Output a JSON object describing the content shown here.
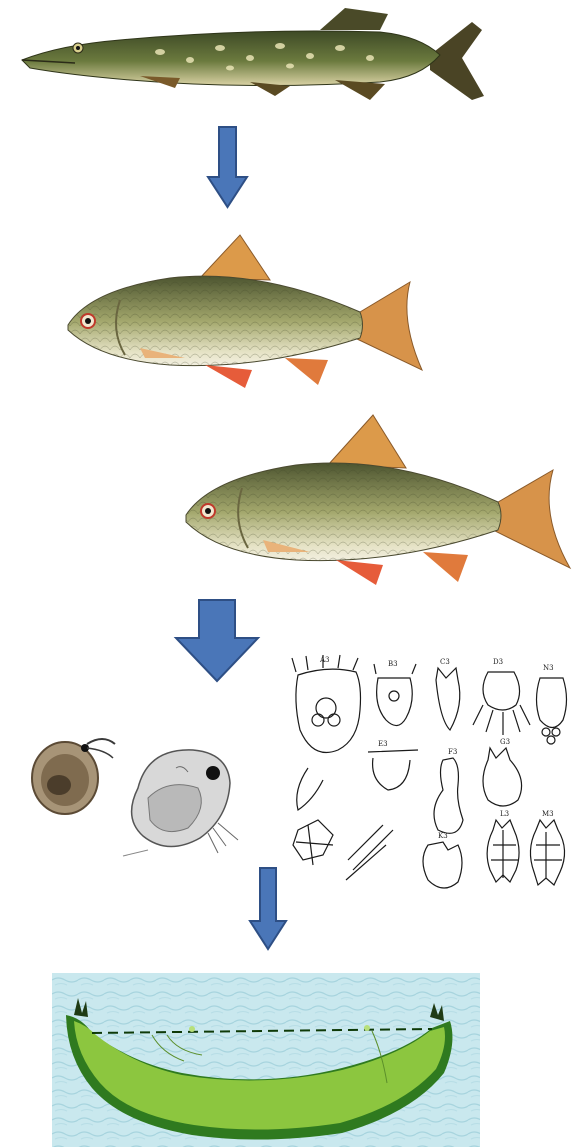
{
  "diagram": {
    "kind": "food-chain",
    "levels": [
      {
        "name": "pike-fish",
        "description": "predator fish"
      },
      {
        "name": "roach-fish",
        "description": "two planktivorous fish"
      },
      {
        "name": "zooplankton",
        "description": "daphnia and rotifers"
      },
      {
        "name": "pond",
        "description": "water body habitat"
      }
    ],
    "rotifer_plate_labels": [
      "A3",
      "B3",
      "C3",
      "D3",
      "N3",
      "E3",
      "F3",
      "G3",
      "K3",
      "L3",
      "M3"
    ],
    "colors": {
      "arrow_fill": "#4a76b8",
      "arrow_stroke": "#2e4f85",
      "water": "#c9e8ee",
      "pond_green": "#8cc63f",
      "pond_edge": "#2f7a1f",
      "pike_body": "#5d6a3a",
      "roach_body": "#8d9560",
      "roach_fin": "#e08a3c"
    }
  }
}
